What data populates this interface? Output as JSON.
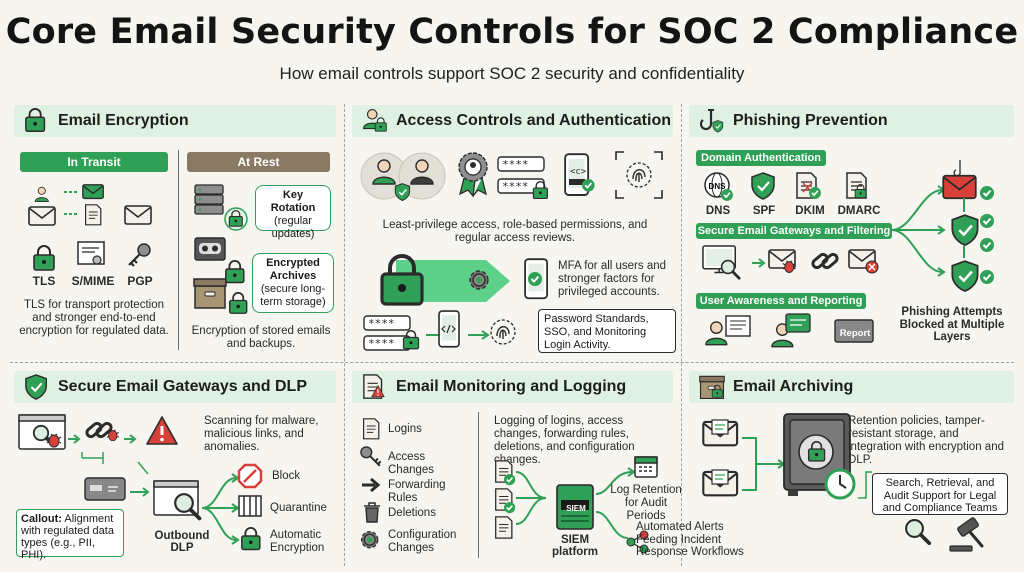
{
  "title": "Core Email Security Controls for SOC 2 Compliance",
  "subtitle": "How email controls support SOC 2 security and confidentiality",
  "encryption": {
    "header": "Email Encryption",
    "in_transit": "In Transit",
    "at_rest": "At Rest",
    "tls": "TLS",
    "smime": "S/MIME",
    "pgp": "PGP",
    "transit_desc": "TLS for transport protection and stronger end-to-end encryption for regulated data.",
    "key_rotation_title": "Key Rotation",
    "key_rotation_sub": "(regular updates)",
    "archives_title": "Encrypted Archives",
    "archives_sub": "(secure long-term storage)",
    "rest_desc": "Encryption of stored emails and backups."
  },
  "access": {
    "header": "Access Controls and Authentication",
    "password_mask": "****",
    "code_mask": "<c>",
    "desc": "Least-privilege access, role-based permissions, and regular access reviews.",
    "mfa": "MFA for all users and stronger factors for privileged accounts.",
    "password_note": "Password Standards, SSO, and Monitoring Login Activity."
  },
  "phishing": {
    "header": "Phishing Prevention",
    "domain_auth": "Domain Authentication",
    "dns": "DNS",
    "spf": "SPF",
    "dkim": "DKIM",
    "dmarc": "DMARC",
    "gateways": "Secure Email Gateways and Filtering",
    "awareness": "User Awareness and Reporting",
    "report": "Report",
    "blocked": "Phishing Attempts Blocked at Multiple Layers"
  },
  "gateways": {
    "header": "Secure Email Gateways and DLP",
    "desc": "Scanning for malware, malicious links, and anomalies.",
    "block": "Block",
    "quarantine": "Quarantine",
    "auto_enc": "Automatic Encryption",
    "dlp": "Outbound DLP",
    "callout_label": "Callout:",
    "callout_text": " Alignment with regulated data types (e.g., PII, PHI)."
  },
  "monitoring": {
    "header": "Email Monitoring and Logging",
    "items": [
      "Logins",
      "Access Changes",
      "Forwarding Rules",
      "Deletions",
      "Configuration Changes"
    ],
    "desc": "Logging of logins, access changes, forwarding rules, deletions, and configuration changes.",
    "retention": "Log Retention for Audit Periods",
    "siem": "SIEM platform",
    "siem_icon": "SIEM",
    "alerts": "Automated Alerts Feeding Incident Response Workflows"
  },
  "archiving": {
    "header": "Email Archiving",
    "desc": "Retention policies, tamper-resistant storage, and integration with encryption and DLP.",
    "search": "Search, Retrieval, and Audit Support for Legal and Compliance Teams"
  },
  "colors": {
    "green": "#2fa055",
    "light_green": "#dff1e2",
    "red": "#d8403a",
    "brown": "#8a7a63",
    "dark": "#2b2b2b"
  }
}
